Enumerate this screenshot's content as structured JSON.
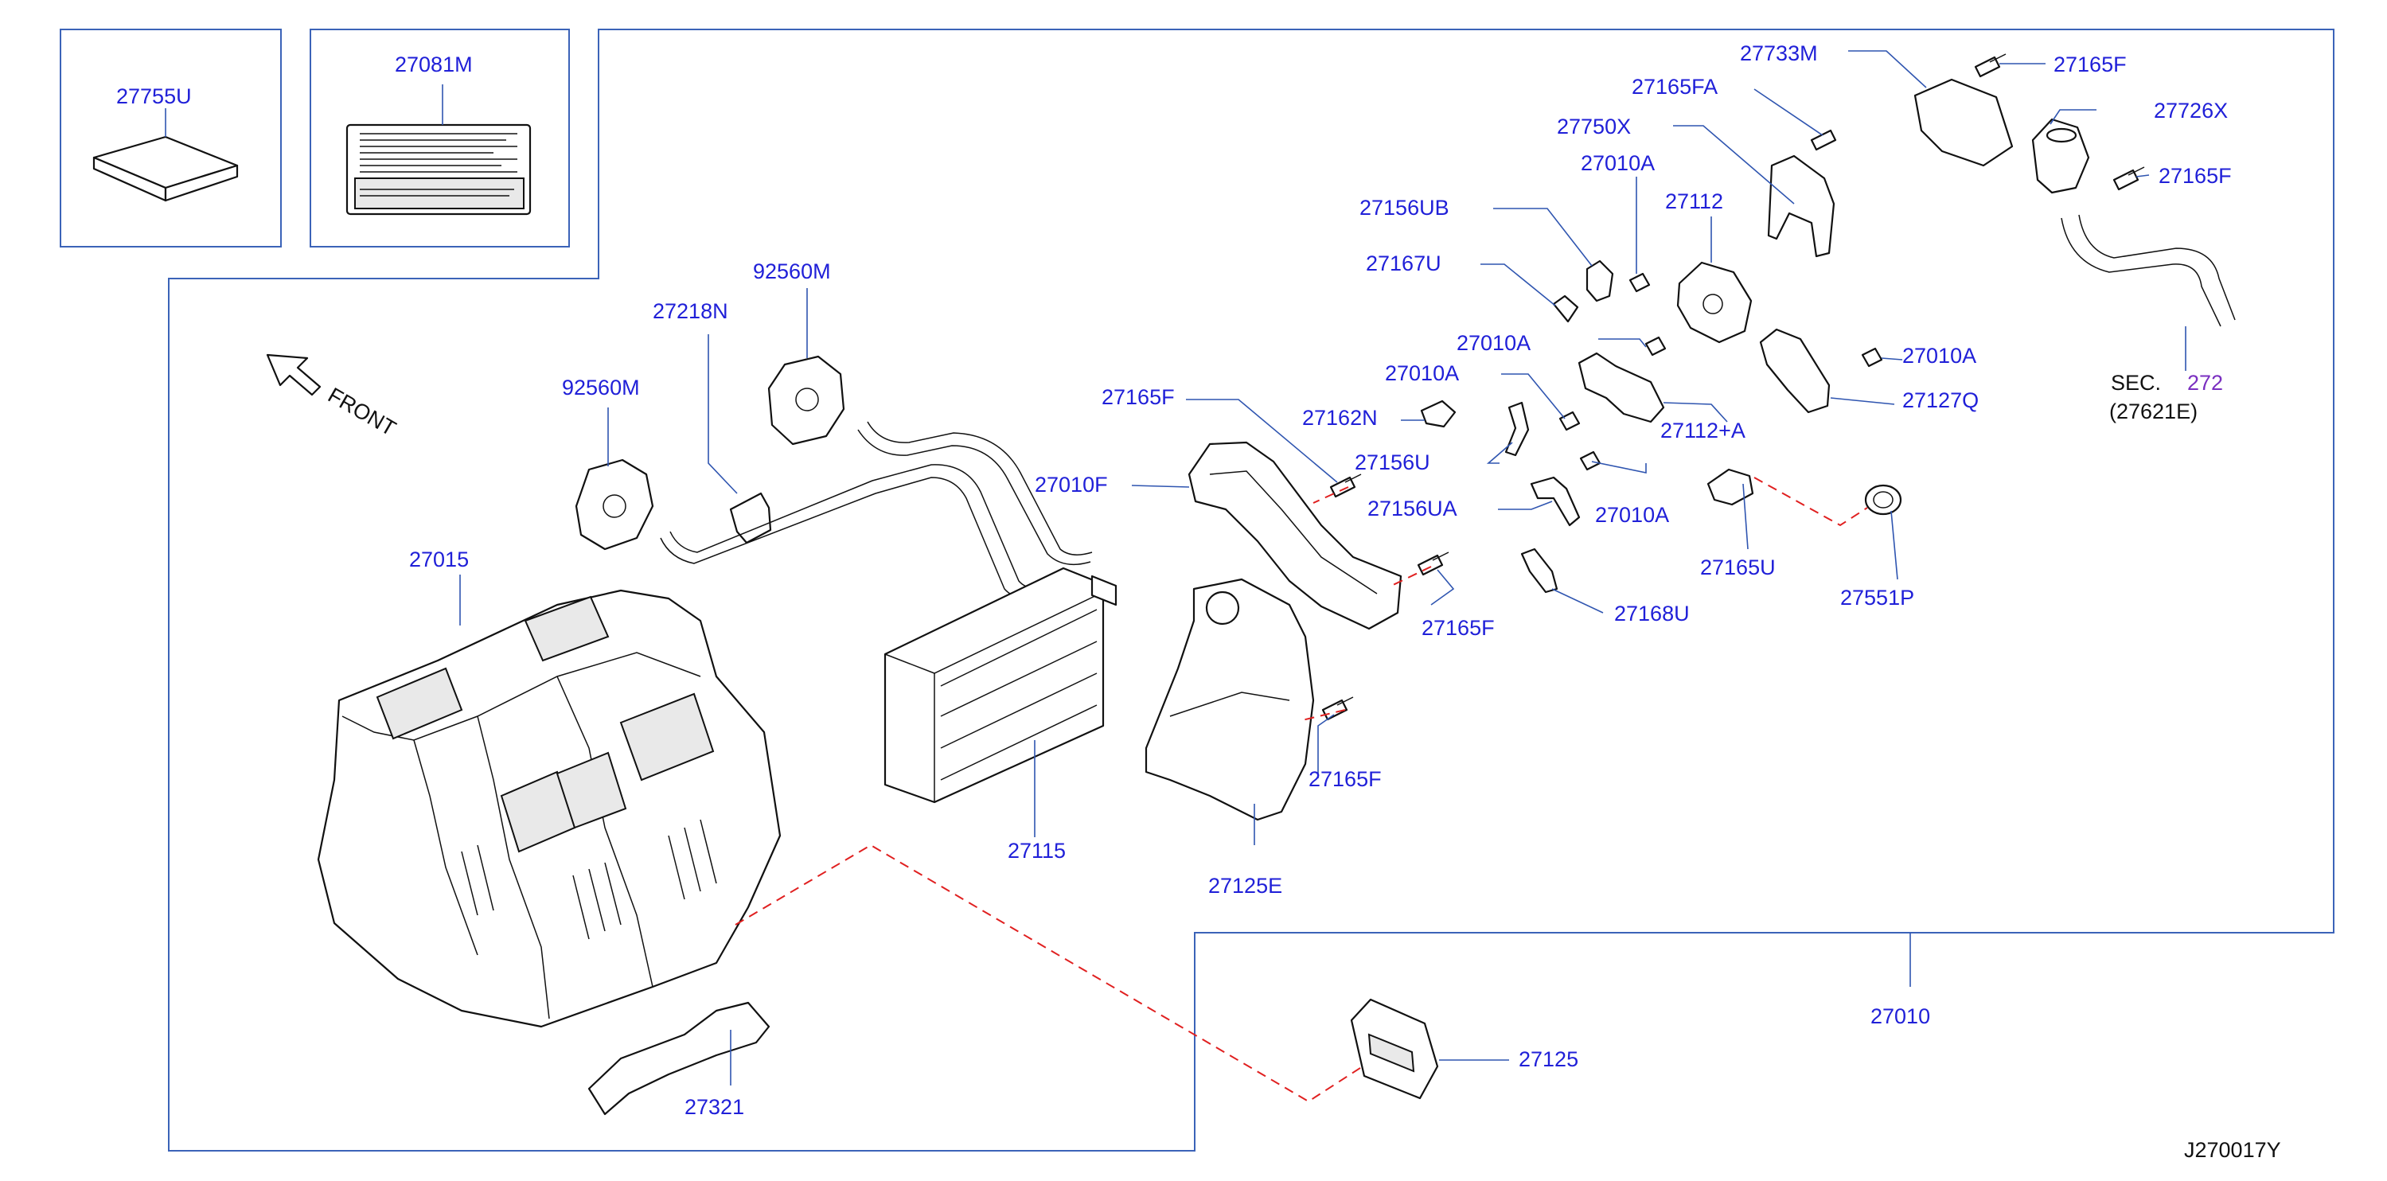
{
  "diagram_id": "J270017Y",
  "front_label": "FRONT",
  "section_ref": {
    "prefix": "SEC.",
    "number": "272",
    "sub": "(27621E)"
  },
  "parts": {
    "p27755U": "27755U",
    "p27081M": "27081M",
    "p92560M_a": "92560M",
    "p92560M_b": "92560M",
    "p27218N": "27218N",
    "p27015": "27015",
    "p27115": "27115",
    "p27010F": "27010F",
    "p27165F_a": "27165F",
    "p27165F_b": "27165F",
    "p27165F_c": "27165F",
    "p27165F_d": "27165F",
    "p27165F_e": "27165F",
    "p27162N": "27162N",
    "p27156U": "27156U",
    "p27156UA": "27156UA",
    "p27156UB": "27156UB",
    "p27167U": "27167U",
    "p27010A_a": "27010A",
    "p27010A_b": "27010A",
    "p27010A_c": "27010A",
    "p27010A_d": "27010A",
    "p27010A_e": "27010A",
    "p27112": "27112",
    "p27112A": "27112+A",
    "p27127Q": "27127Q",
    "p27750X": "27750X",
    "p27165FA": "27165FA",
    "p27733M": "27733M",
    "p27726X": "27726X",
    "p27168U": "27168U",
    "p27165U": "27165U",
    "p27551P": "27551P",
    "p27125E": "27125E",
    "p27125": "27125",
    "p27321": "27321",
    "p27010": "27010"
  },
  "colors": {
    "label": "#2020d8",
    "frame": "#3b63b8",
    "hidden_link": "#e02020",
    "section_number": "#7a2fc0"
  }
}
